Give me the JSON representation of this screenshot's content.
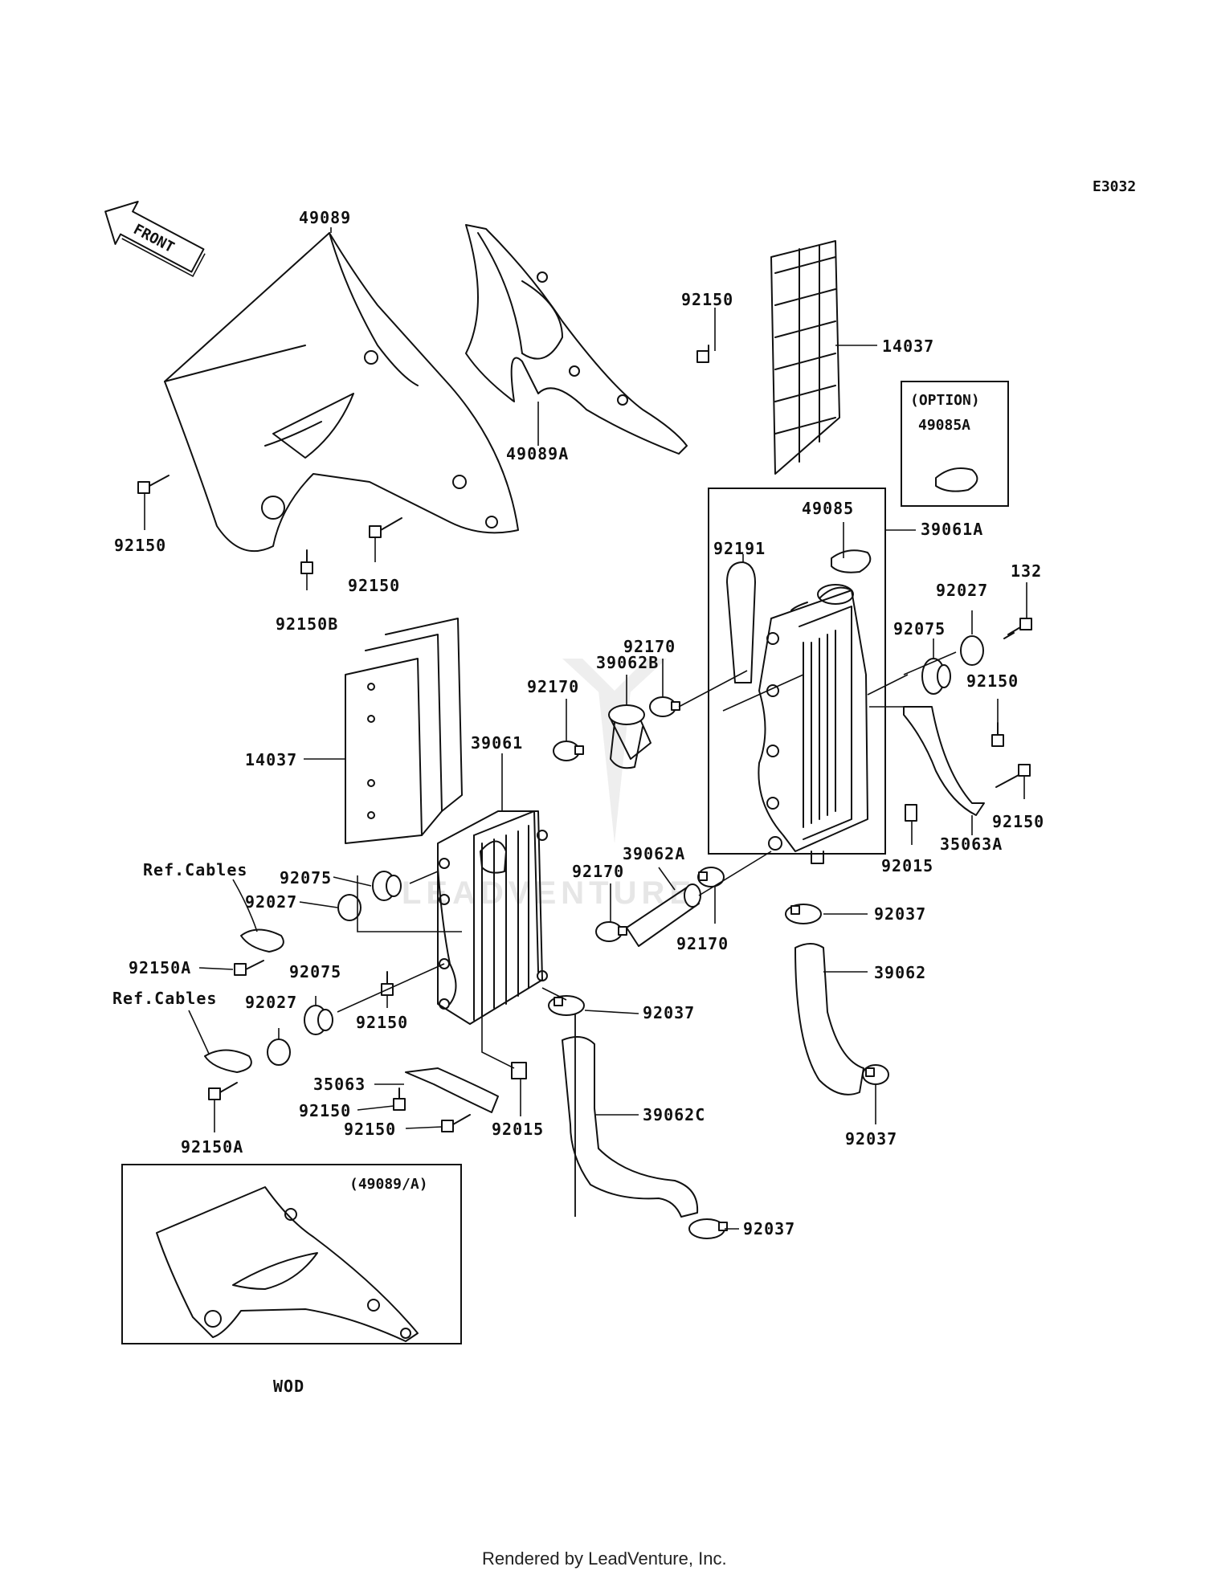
{
  "diagram_code": "E3032",
  "front_label": "FRONT",
  "parts": {
    "shroud_left": "49089",
    "shroud_right": "49089A",
    "bolt_shroud_a": "92150",
    "bolt_shroud_b": "92150",
    "bolt_shroud_c": "92150",
    "bolt_shroud_d": "92150B",
    "louver_right": "14037",
    "louver_left": "14037",
    "option_caption": "(OPTION)",
    "option_part": "49085A",
    "cap_pad": "49085",
    "radiator_right": "39061A",
    "radiator_left": "39061",
    "breather_hose": "92191",
    "screw_132": "132",
    "collar_right": "92027",
    "grommet_right": "92075",
    "bolt_right_upper": "92150",
    "bolt_right_lower": "92150",
    "bracket_right": "35063A",
    "nut_right": "92015",
    "clamp_a": "92170",
    "clamp_b": "92170",
    "clamp_c": "92170",
    "clamp_d": "92170",
    "hose_b": "39062B",
    "hose_a": "39062A",
    "hose_main": "39062",
    "hose_c": "39062C",
    "clamp_37_a": "92037",
    "clamp_37_b": "92037",
    "clamp_37_c": "92037",
    "clamp_37_d": "92037",
    "grommet_left_a": "92075",
    "collar_left_a": "92027",
    "grommet_left_b": "92075",
    "collar_left_b": "92027",
    "ref_cables_a": "Ref.Cables",
    "ref_cables_b": "Ref.Cables",
    "bolt_150a_a": "92150A",
    "bolt_150a_b": "92150A",
    "bolt_left_mid": "92150",
    "bracket_left": "35063",
    "bolt_left_b1": "92150",
    "bolt_left_b2": "92150",
    "nut_left": "92015"
  },
  "inset": {
    "caption": "(49089/A)",
    "variant": "WOD"
  },
  "watermark": "LEADVENTURE",
  "footer": "Rendered by LeadVenture, Inc."
}
